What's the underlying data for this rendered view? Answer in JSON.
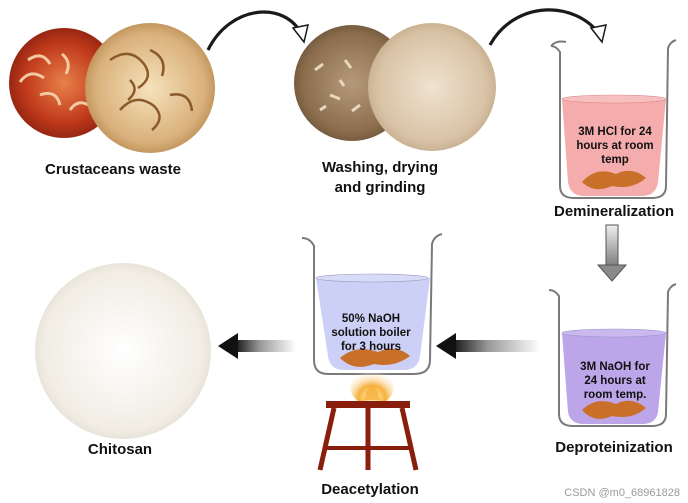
{
  "steps": {
    "crustaceans_waste": "Crustaceans waste",
    "washing_line1": "Washing, drying",
    "washing_line2": "and grinding",
    "demineralization": "Demineralization",
    "deproteinization": "Deproteinization",
    "deacetylation": "Deacetylation",
    "chitosan": "Chitosan"
  },
  "beakers": {
    "hcl": [
      "3M HCl for 24",
      "hours at room",
      "temp"
    ],
    "naoh3m": [
      "3M NaOH for",
      "24 hours at",
      "room temp."
    ],
    "naoh50": [
      "50% NaOH",
      "solution boiler",
      "for 3 hours"
    ]
  },
  "watermark": "CSDN @m0_68961828",
  "colors": {
    "hcl_liquid": "#f4a3a3",
    "naoh3m_liquid": "#b9a0e8",
    "naoh50_liquid": "#c9cdf5",
    "shell_brown": "#c8702a",
    "flame": "#f3a23a",
    "stand": "#8a1e0c"
  }
}
